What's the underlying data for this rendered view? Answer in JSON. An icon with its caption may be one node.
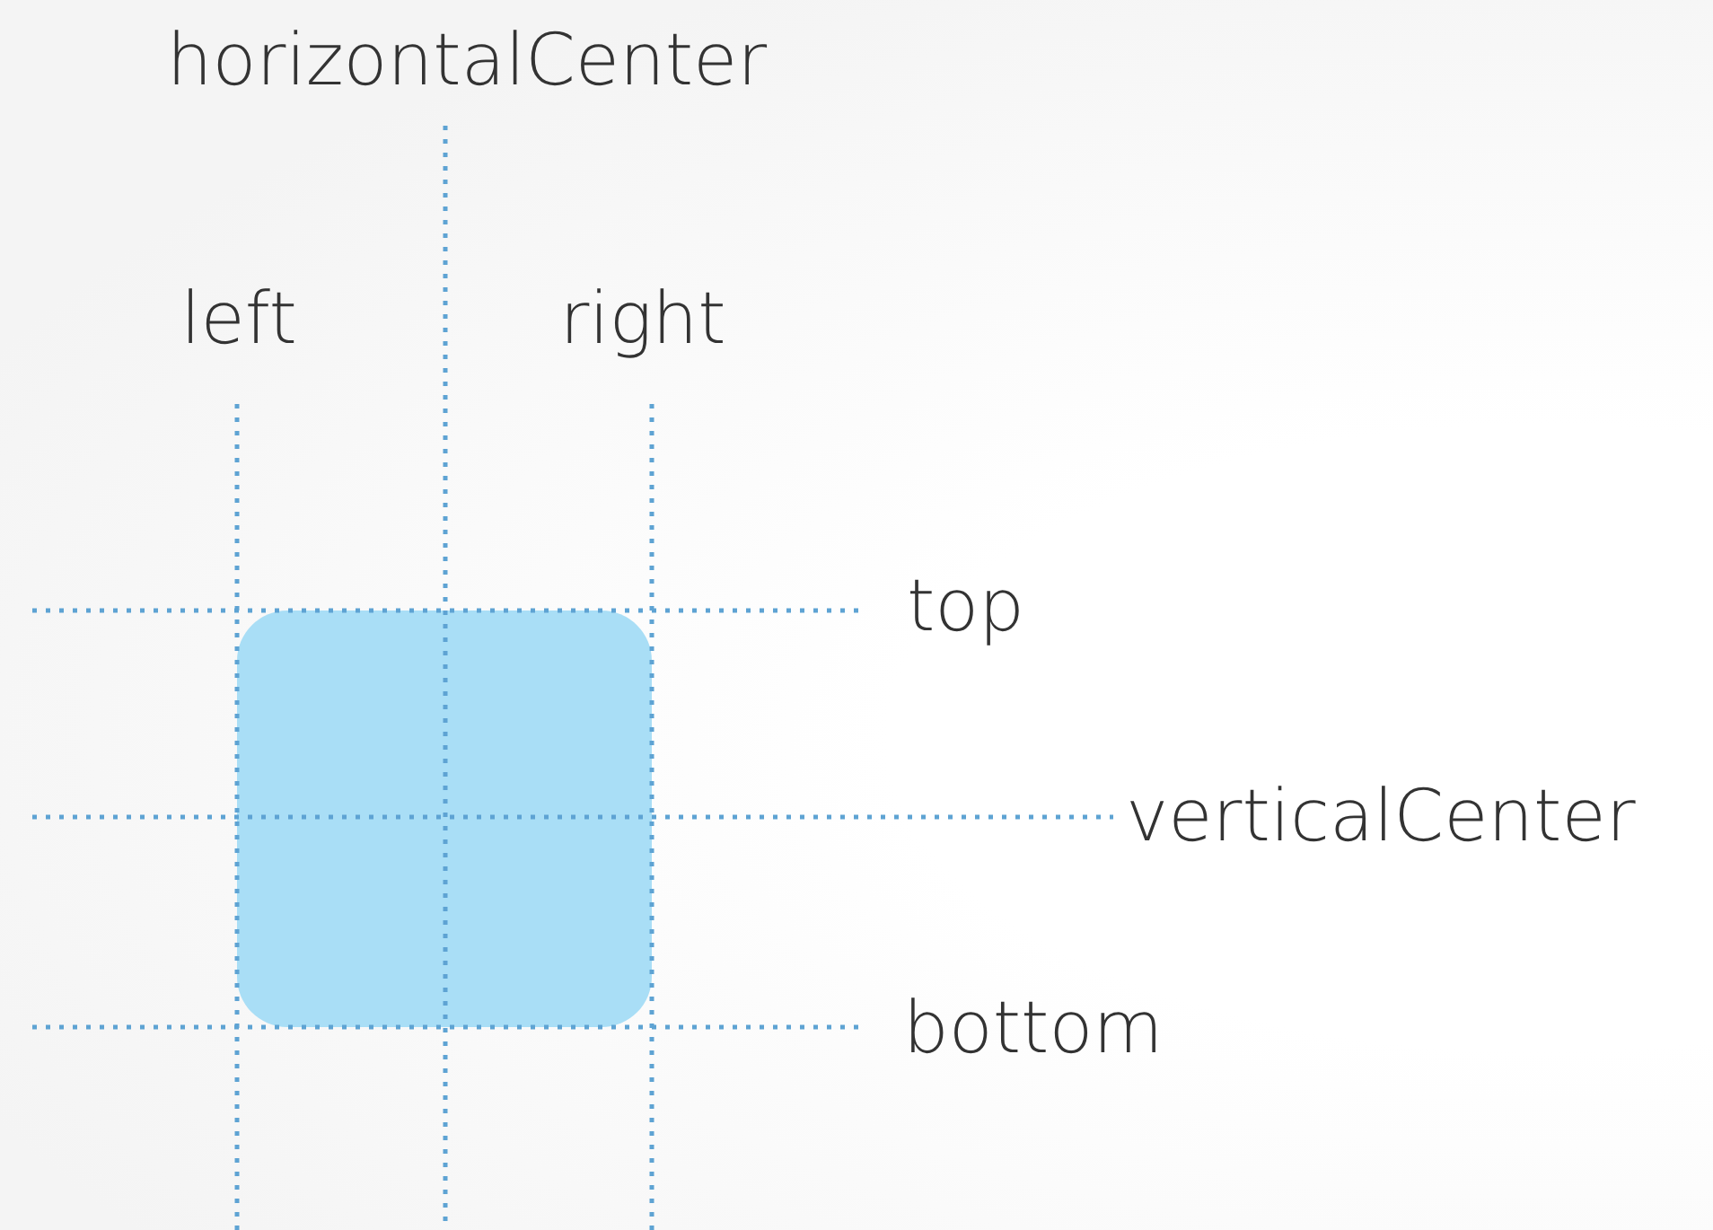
{
  "diagram": {
    "nodes": [
      {
        "text": [],
        "shape": "box"
      }
    ],
    "labels": [
      "horizontalCenter",
      "left",
      "right",
      "top",
      "verticalCenter",
      "bottom"
    ]
  }
}
